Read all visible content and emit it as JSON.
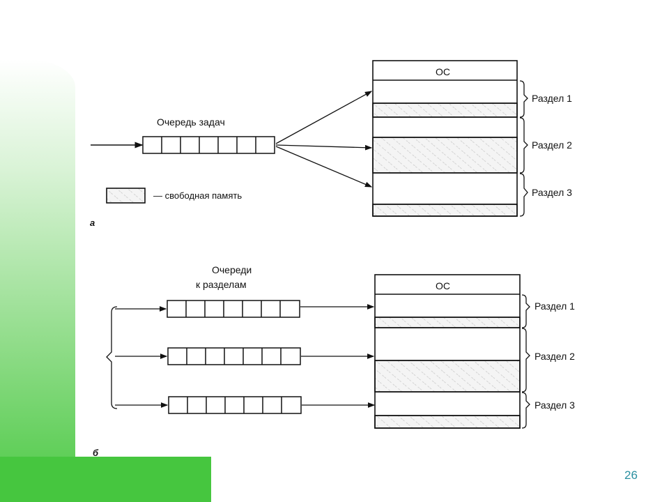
{
  "diagram_a": {
    "queue_label": "Очередь задач",
    "os_label": "ОС",
    "partitions": [
      "Раздел 1",
      "Раздел 2",
      "Раздел 3"
    ],
    "legend_text": "— свободная память",
    "figure_label": "а"
  },
  "diagram_b": {
    "queue_label_line1": "Очереди",
    "queue_label_line2": "к разделам",
    "os_label": "ОС",
    "partitions": [
      "Раздел 1",
      "Раздел 2",
      "Раздел 3"
    ],
    "figure_label": "б"
  },
  "slide": {
    "page_number": "26",
    "accent_color": "#46c63f",
    "page_number_color": "#2a8fa0"
  }
}
